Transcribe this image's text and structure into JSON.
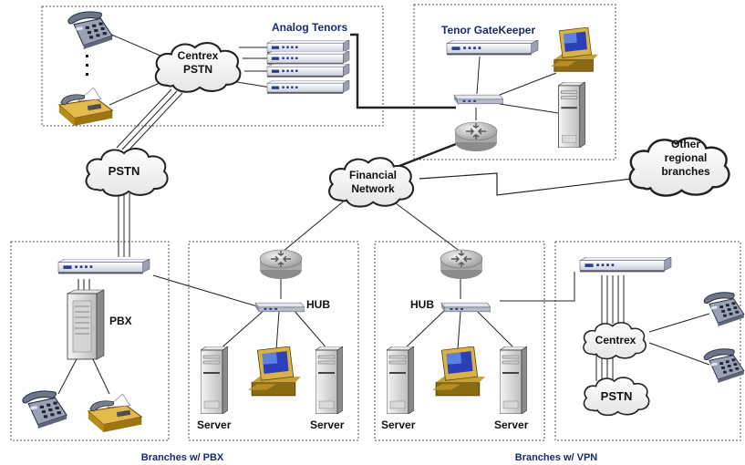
{
  "diagram": {
    "clouds": {
      "centrex_top": [
        "Centrex",
        "PSTN"
      ],
      "pstn_left": "PSTN",
      "financial": [
        "Financial",
        "Network"
      ],
      "other": [
        "Other",
        "regional",
        "branches"
      ],
      "centrex_right": "Centrex",
      "pstn_right": "PSTN"
    },
    "labels": {
      "analog_tenors": "Analog Tenors",
      "tenor_gatekeeper": "Tenor GateKeeper",
      "pbx": "PBX",
      "hub_left": "HUB",
      "hub_right": "HUB",
      "server": "Server"
    },
    "captions": {
      "branches_pbx": "Branches w/ PBX",
      "branches_vpn": "Branches w/ VPN"
    }
  }
}
